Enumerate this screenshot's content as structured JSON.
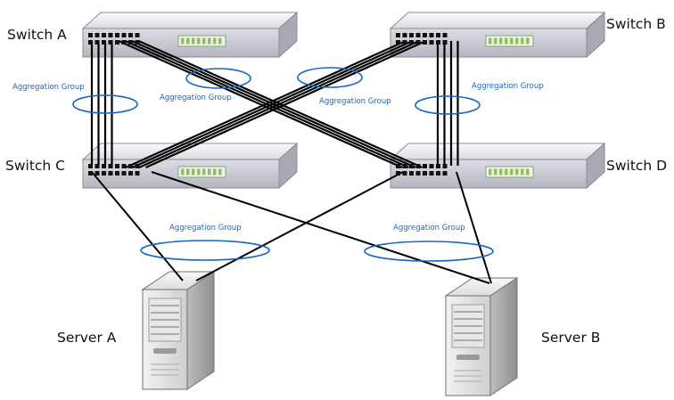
{
  "diagram": {
    "nodes": {
      "switch_a": "Switch A",
      "switch_b": "Switch B",
      "switch_c": "Switch C",
      "switch_d": "Switch D",
      "server_a": "Server A",
      "server_b": "Server B"
    },
    "aggregation_groups": [
      "Aggregation Group",
      "Aggregation Group",
      "Aggregation Group",
      "Aggregation Group",
      "Aggregation Group",
      "Aggregation Group"
    ],
    "colors": {
      "aggregation": "#1565C0",
      "link": "#000000",
      "switch_body": "#d6d6de",
      "server_body": "#d0d0d0"
    }
  }
}
